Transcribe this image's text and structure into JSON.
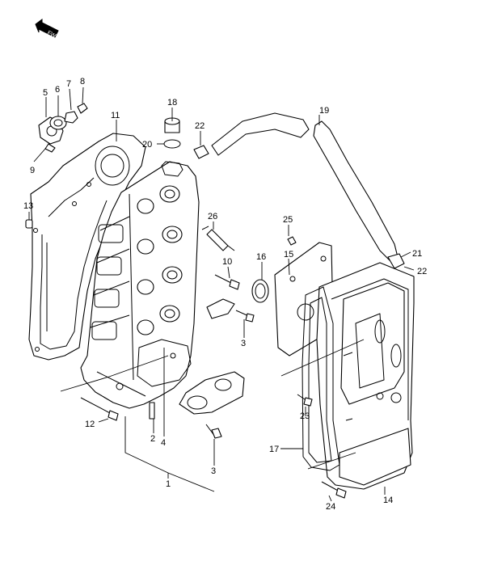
{
  "direction_badge": "FWD",
  "callouts": [
    {
      "id": "c1",
      "text": "1"
    },
    {
      "id": "c2",
      "text": "2"
    },
    {
      "id": "c3a",
      "text": "3"
    },
    {
      "id": "c3b",
      "text": "3"
    },
    {
      "id": "c4",
      "text": "4"
    },
    {
      "id": "c5",
      "text": "5"
    },
    {
      "id": "c6",
      "text": "6"
    },
    {
      "id": "c7",
      "text": "7"
    },
    {
      "id": "c8",
      "text": "8"
    },
    {
      "id": "c9",
      "text": "9"
    },
    {
      "id": "c10",
      "text": "10"
    },
    {
      "id": "c11",
      "text": "11"
    },
    {
      "id": "c12",
      "text": "12"
    },
    {
      "id": "c13",
      "text": "13"
    },
    {
      "id": "c14",
      "text": "14"
    },
    {
      "id": "c15",
      "text": "15"
    },
    {
      "id": "c16",
      "text": "16"
    },
    {
      "id": "c17",
      "text": "17"
    },
    {
      "id": "c18",
      "text": "18"
    },
    {
      "id": "c19",
      "text": "19"
    },
    {
      "id": "c20",
      "text": "20"
    },
    {
      "id": "c21",
      "text": "21"
    },
    {
      "id": "c22a",
      "text": "22"
    },
    {
      "id": "c22b",
      "text": "22"
    },
    {
      "id": "c23",
      "text": "23"
    },
    {
      "id": "c24",
      "text": "24"
    },
    {
      "id": "c25",
      "text": "25"
    },
    {
      "id": "c26",
      "text": "26"
    }
  ]
}
